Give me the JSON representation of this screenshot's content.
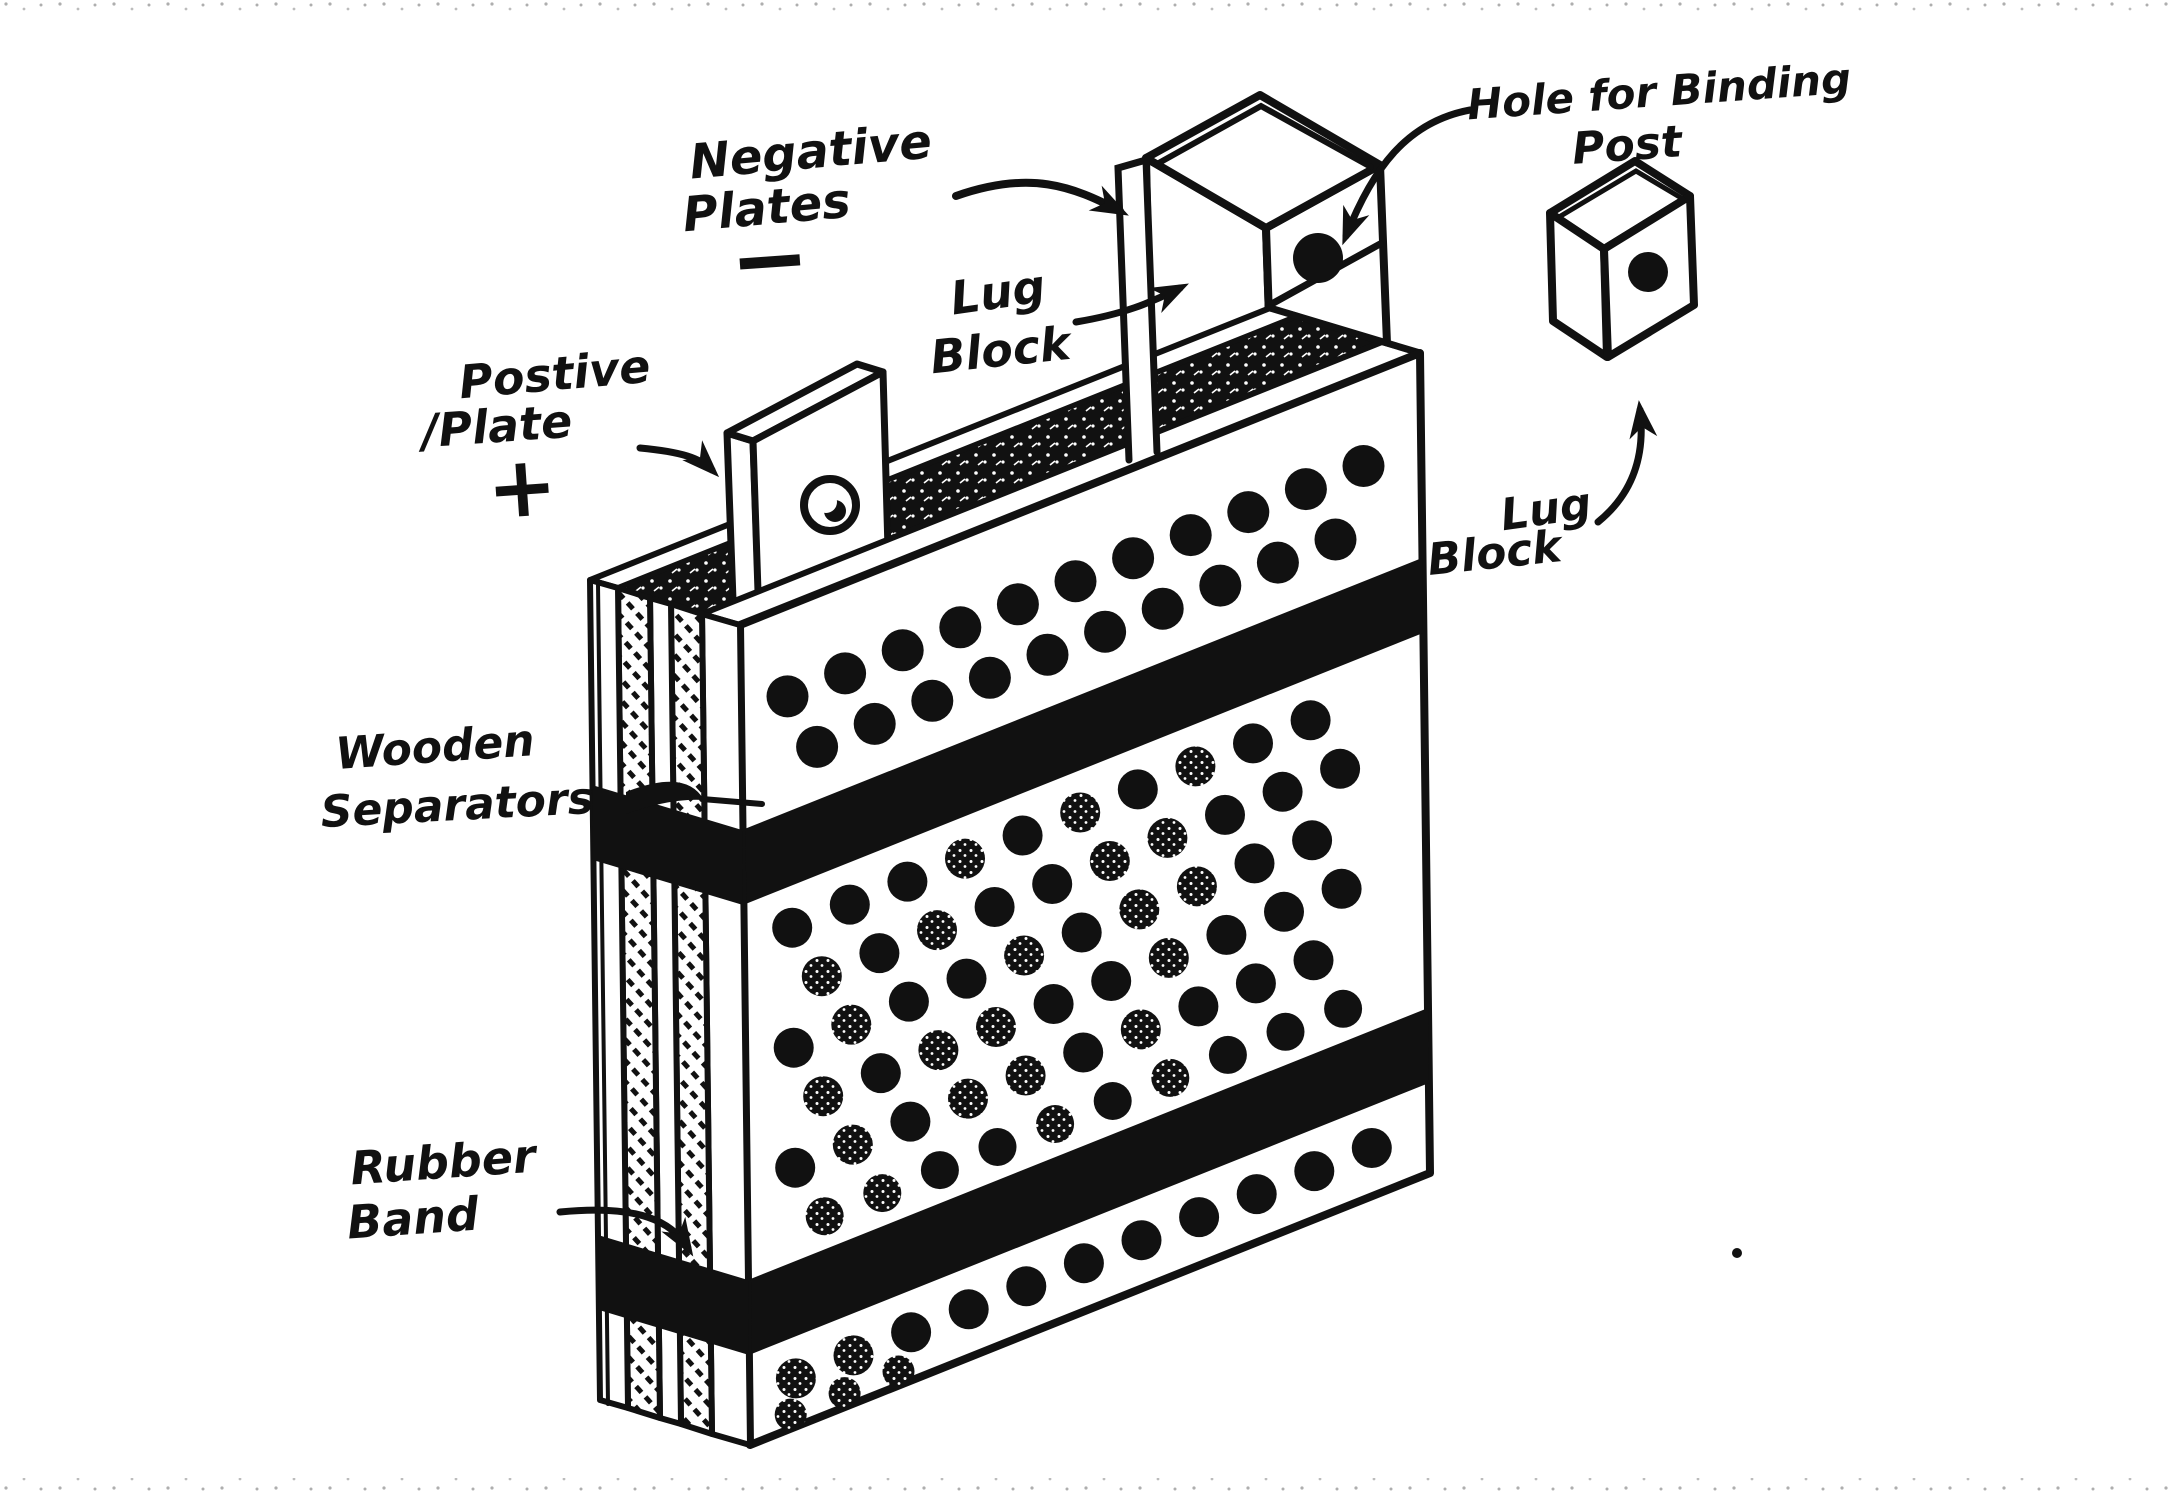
{
  "figure_type": "hand-drawn battery plate assembly diagram",
  "colors": {
    "ink": "#111111",
    "paper": "#ffffff"
  },
  "labels": {
    "negative_plates": {
      "lines": [
        "Negative",
        "Plates"
      ],
      "sign": "−"
    },
    "lug_block_main": {
      "lines": [
        "Lug",
        "Block"
      ]
    },
    "binding_post": {
      "lines": [
        "Hole for Binding",
        "Post"
      ]
    },
    "positive_plate": {
      "lines": [
        "Postive",
        "/Plate"
      ],
      "sign": "+"
    },
    "wooden_separators": {
      "lines": [
        "Wooden",
        "Separators"
      ]
    },
    "rubber_band": {
      "lines": [
        "Rubber",
        "Band"
      ]
    },
    "lug_block_right": {
      "lines": [
        "Lug",
        "Block"
      ]
    }
  },
  "holes": {
    "legend": "s = solid punched hole, h = speckled (pasted) hole",
    "rows": [
      {
        "s": 90,
        "r": 21,
        "t0": 50,
        "dt": 62,
        "pattern": "sssssssssss"
      },
      {
        "s": 152,
        "r": 21,
        "t0": 81,
        "dt": 62,
        "pattern": "ssssssssss"
      },
      {
        "s": 322,
        "r": 20,
        "t0": 52,
        "dt": 62,
        "pattern": "ssshshshss"
      },
      {
        "s": 382,
        "r": 20,
        "t0": 83,
        "dt": 62,
        "pattern": "hshsshhsss"
      },
      {
        "s": 442,
        "r": 20,
        "t0": 52,
        "dt": 62,
        "pattern": "shsshshhss"
      },
      {
        "s": 502,
        "r": 20,
        "t0": 83,
        "dt": 62,
        "pattern": "hshhsshsss"
      },
      {
        "s": 562,
        "r": 20,
        "t0": 52,
        "dt": 62,
        "pattern": "shshhshsss"
      },
      {
        "s": 622,
        "r": 19,
        "t0": 83,
        "dt": 62,
        "pattern": "hhsshshsss"
      },
      {
        "s": 772,
        "r": 20,
        "t0": 50,
        "dt": 62,
        "pattern": "hhsssssssss"
      },
      {
        "s": 806,
        "r": 16,
        "t0": 44,
        "dt": 58,
        "pattern": "hhh"
      }
    ]
  }
}
